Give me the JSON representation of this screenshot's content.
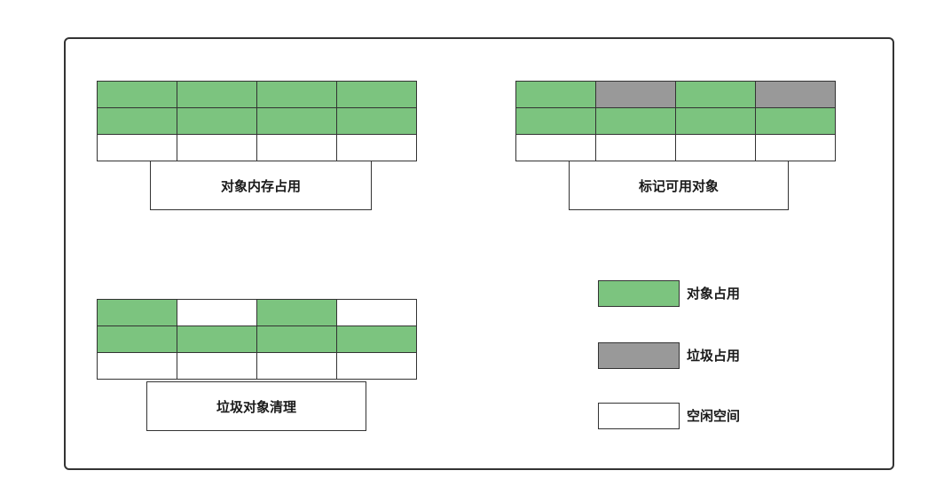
{
  "colors": {
    "occupied": "#7cc47f",
    "garbage": "#999999",
    "free": "#ffffff"
  },
  "panels": [
    {
      "label": "对象内存占用",
      "cells": [
        [
          "occupied",
          "occupied",
          "occupied",
          "occupied"
        ],
        [
          "occupied",
          "occupied",
          "occupied",
          "occupied"
        ],
        [
          "free",
          "free",
          "free",
          "free"
        ]
      ]
    },
    {
      "label": "标记可用对象",
      "cells": [
        [
          "occupied",
          "garbage",
          "occupied",
          "garbage"
        ],
        [
          "occupied",
          "occupied",
          "occupied",
          "occupied"
        ],
        [
          "free",
          "free",
          "free",
          "free"
        ]
      ]
    },
    {
      "label": "垃圾对象清理",
      "cells": [
        [
          "occupied",
          "free",
          "occupied",
          "free"
        ],
        [
          "occupied",
          "occupied",
          "occupied",
          "occupied"
        ],
        [
          "free",
          "free",
          "free",
          "free"
        ]
      ]
    }
  ],
  "legend": [
    {
      "state": "occupied",
      "label": "对象占用"
    },
    {
      "state": "garbage",
      "label": "垃圾占用"
    },
    {
      "state": "free",
      "label": "空闲空间"
    }
  ]
}
